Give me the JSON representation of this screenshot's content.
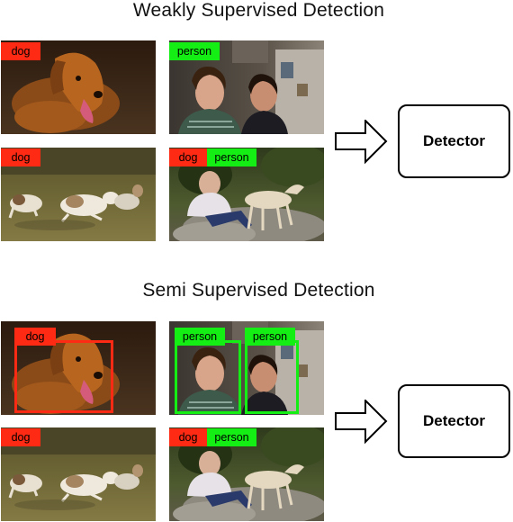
{
  "weak": {
    "title": "Weakly Supervised Detection",
    "tags": {
      "img1": "dog",
      "img2": "person",
      "img3": "dog",
      "img4a": "dog",
      "img4b": "person"
    },
    "detector": "Detector"
  },
  "semi": {
    "title": "Semi Supervised Detection",
    "tags": {
      "img1": "dog",
      "img2a": "person",
      "img2b": "person",
      "img3": "dog",
      "img4a": "dog",
      "img4b": "person"
    },
    "detector": "Detector"
  },
  "colors": {
    "dog_label": "#ff2a14",
    "person_label": "#14ee14"
  }
}
